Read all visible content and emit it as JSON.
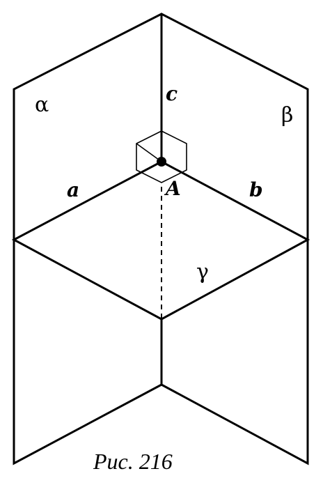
{
  "labels": {
    "alpha": "α",
    "beta": "β",
    "gamma": "γ",
    "line_a": "a",
    "line_b": "b",
    "line_c": "c",
    "point_A": "A"
  },
  "caption": "Рис. 216"
}
